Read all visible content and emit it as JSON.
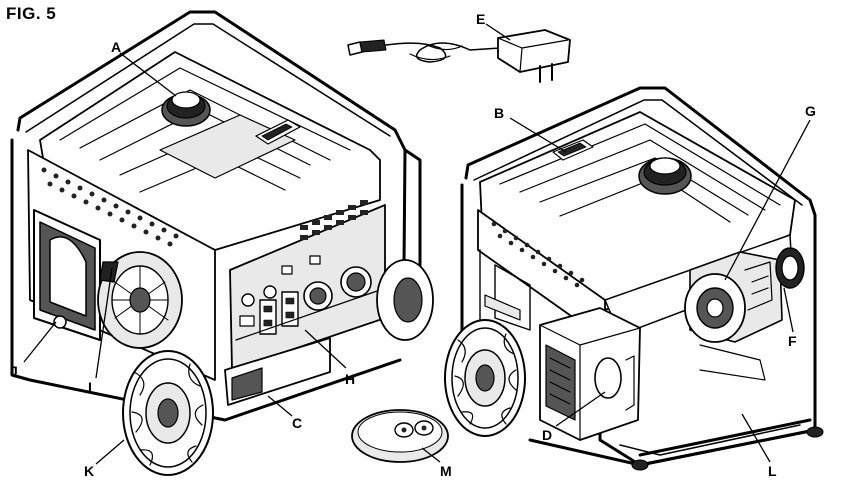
{
  "figure": {
    "title": "FIG. 5",
    "labels": {
      "A": "A",
      "B": "B",
      "C": "C",
      "D": "D",
      "E": "E",
      "F": "F",
      "G": "G",
      "H": "H",
      "I": "I",
      "J": "J",
      "K": "K",
      "L": "L",
      "M": "M"
    }
  }
}
